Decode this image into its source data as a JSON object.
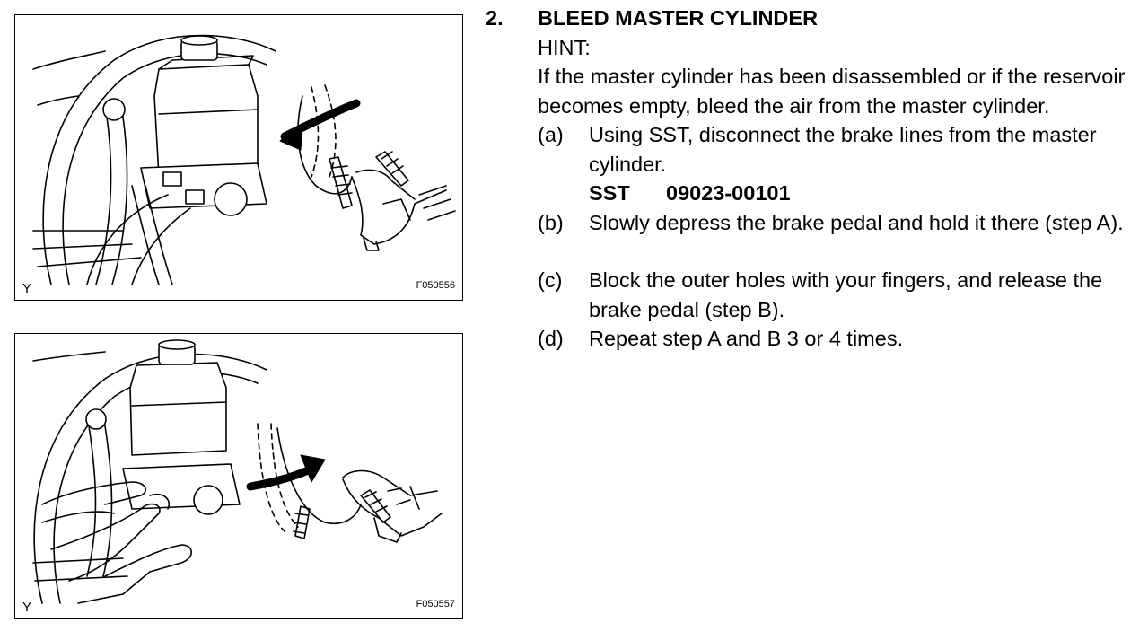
{
  "figures": [
    {
      "corner_label": "Y",
      "id": "F050556",
      "arrow_direction": "toward-cylinder"
    },
    {
      "corner_label": "Y",
      "id": "F050557",
      "arrow_direction": "away-from-cylinder"
    }
  ],
  "section": {
    "number": "2.",
    "title": "BLEED MASTER CYLINDER",
    "hint_label": "HINT:",
    "hint_text": "If the master cylinder has been disassembled or if the reservoir becomes empty, bleed the air from the master cylinder.",
    "steps": [
      {
        "label": "(a)",
        "text": "Using SST, disconnect the brake lines from the master cylinder."
      },
      {
        "label": "(b)",
        "text": "Slowly depress the brake pedal and hold it there (step A)."
      },
      {
        "label": "(c)",
        "text": "Block the outer holes with your fingers, and release the brake pedal (step B)."
      },
      {
        "label": "(d)",
        "text": "Repeat step A and B 3 or 4 times."
      }
    ],
    "sst": {
      "label": "SST",
      "value": "09023-00101"
    }
  }
}
